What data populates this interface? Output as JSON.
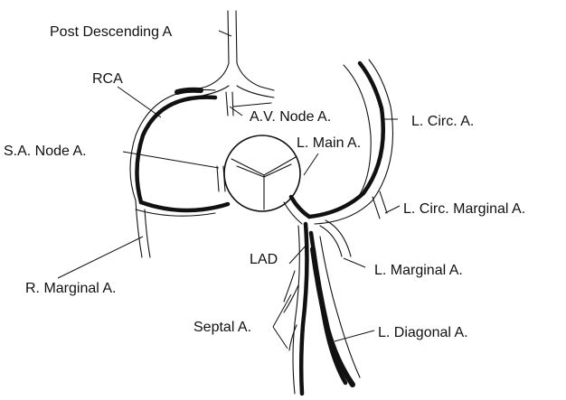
{
  "labels": {
    "post_descending": "Post Descending A",
    "rca": "RCA",
    "av_node": "A.V. Node A.",
    "l_circ": "L. Circ. A.",
    "l_main": "L. Main A.",
    "sa_node": "S.A. Node A.",
    "l_circ_marginal": "L. Circ. Marginal A.",
    "lad": "LAD",
    "l_marginal": "L. Marginal A.",
    "r_marginal": "R. Marginal A.",
    "septal": "Septal A.",
    "l_diagonal": "L. Diagonal A."
  },
  "colors": {
    "ink": "#111111",
    "background": "#ffffff"
  }
}
